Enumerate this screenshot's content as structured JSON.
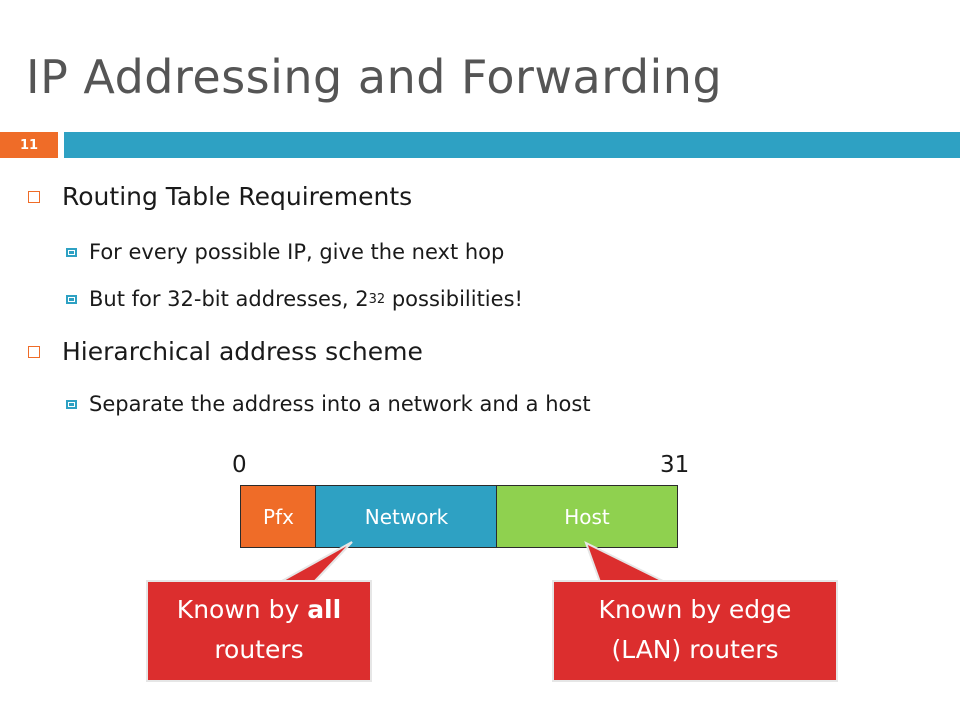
{
  "slide": {
    "title": "IP Addressing and Forwarding",
    "number": "11"
  },
  "bullets": {
    "b1": "Routing Table Requirements",
    "b1a": "For every possible IP, give the next hop",
    "b1b_pre": "But for 32-bit addresses, 2",
    "b1b_sup": "32",
    "b1b_post": " possibilities!",
    "b2": "Hierarchical address scheme",
    "b2a": "Separate the address into a network and a host"
  },
  "diagram": {
    "tick_start": "0",
    "tick_end": "31",
    "segments": {
      "pfx": "Pfx",
      "network": "Network",
      "host": "Host"
    },
    "callout_left": {
      "line1_pre": "Known by ",
      "line1_bold": "all",
      "line2": "routers"
    },
    "callout_right": {
      "line1": "Known by edge",
      "line2": "(LAN) routers"
    }
  },
  "colors": {
    "accent_orange": "#ef6c28",
    "accent_blue": "#2ea1c3",
    "host_green": "#8fd14f",
    "callout_red": "#dc2e2e"
  }
}
